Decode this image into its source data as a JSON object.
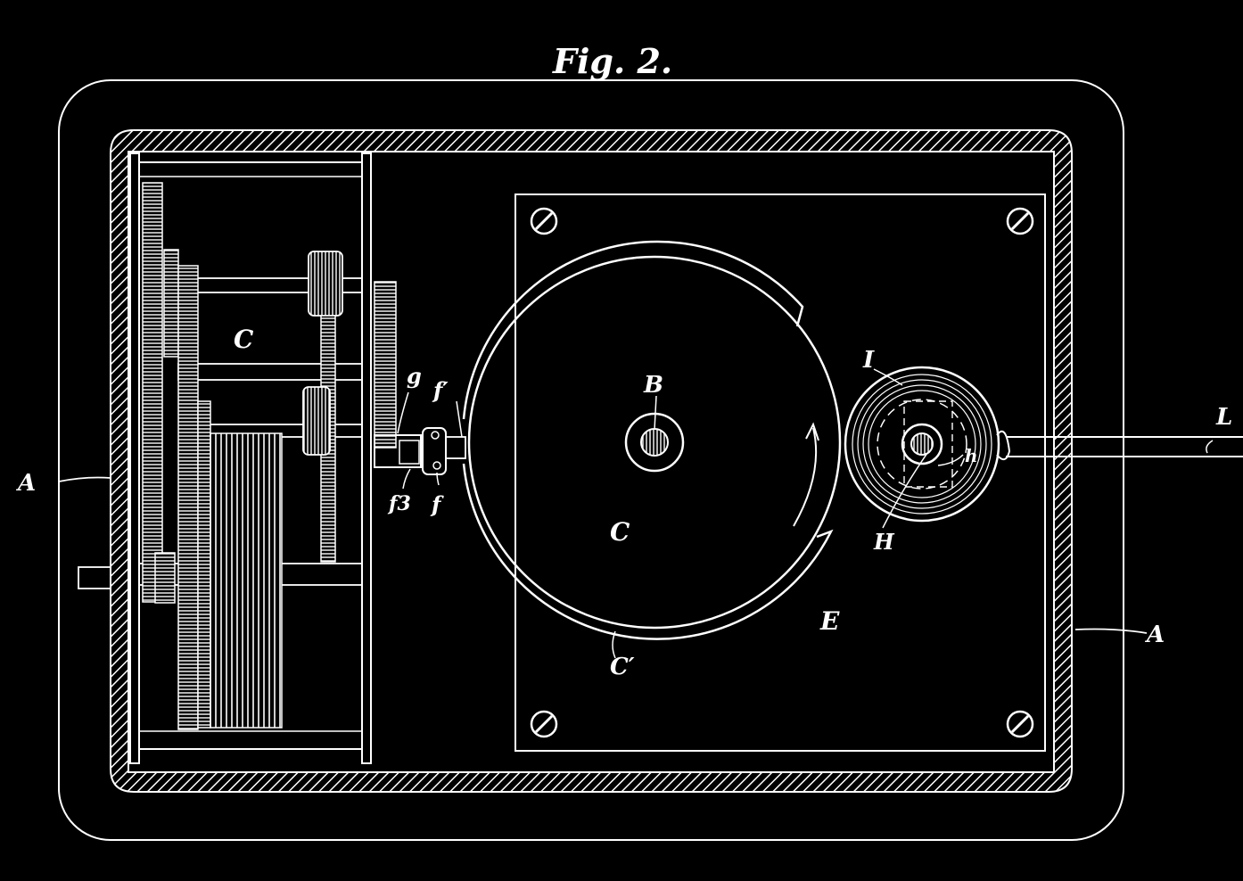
{
  "figure": {
    "title": "Fig. 2."
  },
  "colors": {
    "background": "#000000",
    "ink": "#ffffff"
  },
  "labels": {
    "A_left": "A",
    "A_right": "A",
    "B": "B",
    "C_gear": "C",
    "C_disk": "C",
    "C_prime": "C′",
    "E": "E",
    "f_prime": "f′",
    "f": "f",
    "f3": "f3",
    "g": "g",
    "H": "H",
    "h": "h",
    "I": "I",
    "L": "L"
  }
}
